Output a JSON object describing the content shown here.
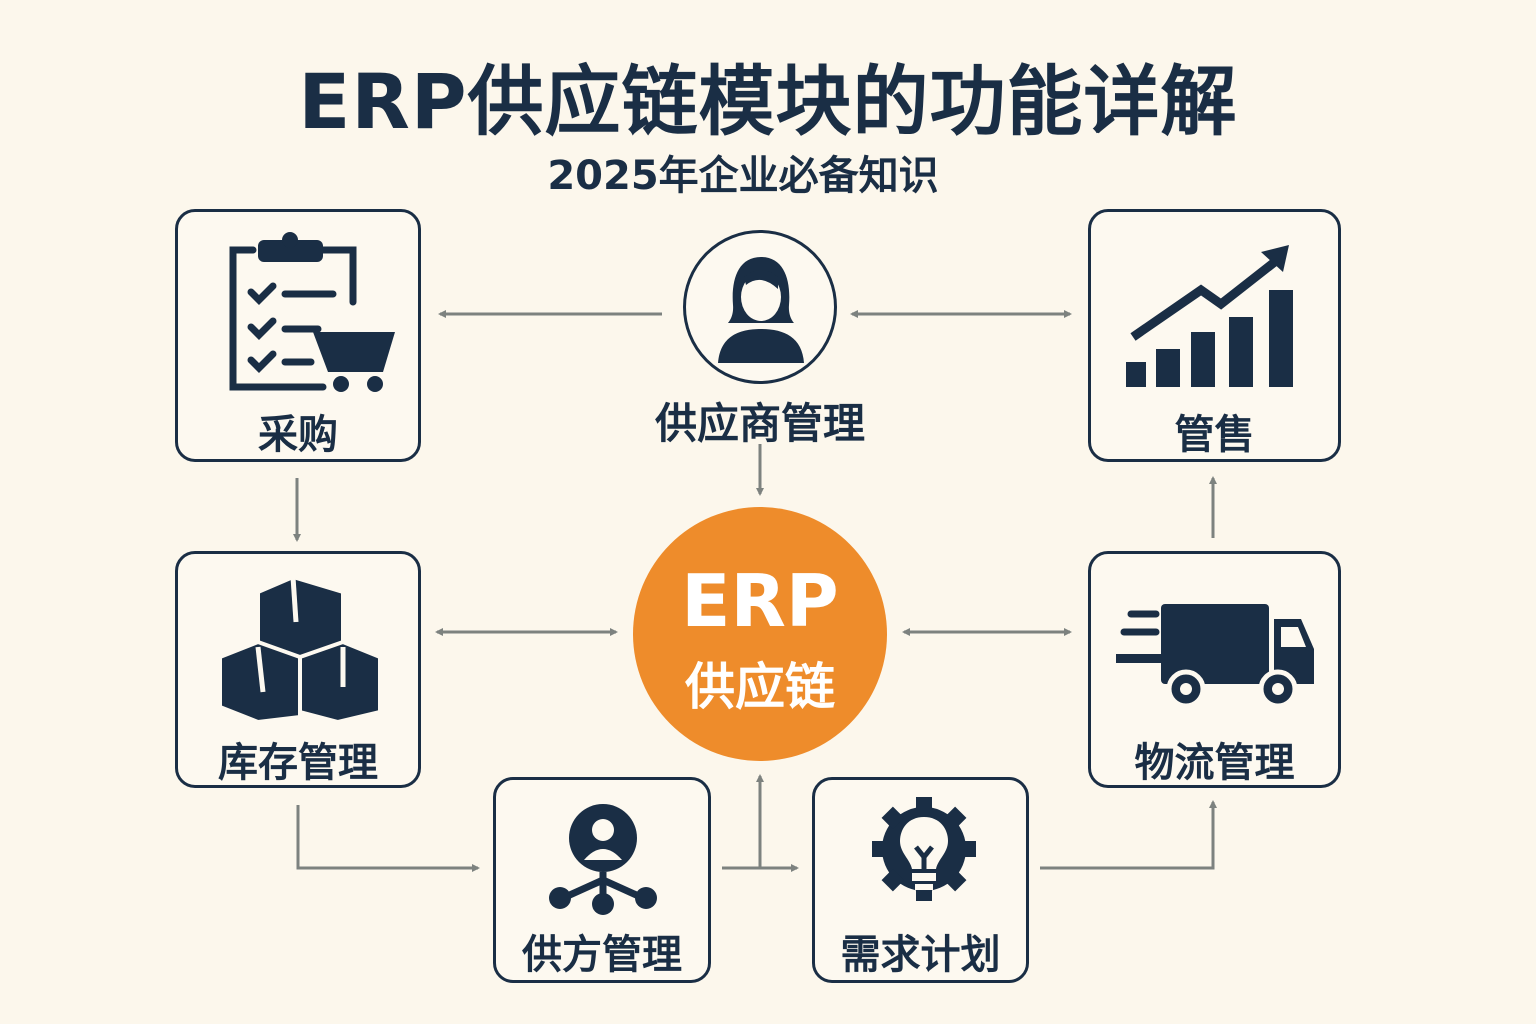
{
  "title": "ERP供应链模块的功能详解",
  "subtitle": "2025年企业必备知识",
  "center": {
    "line1": "ERP",
    "line2": "供应链",
    "color": "#ee8c2b"
  },
  "nodes": {
    "purchase": {
      "label": "采购",
      "icon": "clipboard-cart-icon"
    },
    "supplier": {
      "label": "供应商管理",
      "icon": "person-icon"
    },
    "sales": {
      "label": "管售",
      "icon": "growth-chart-icon"
    },
    "inventory": {
      "label": "库存管理",
      "icon": "boxes-icon"
    },
    "logistics": {
      "label": "物流管理",
      "icon": "truck-icon"
    },
    "vendor": {
      "label": "供方管理",
      "icon": "network-person-icon"
    },
    "demand": {
      "label": "需求计划",
      "icon": "lightbulb-gear-icon"
    }
  },
  "colors": {
    "navy": "#1a2e45",
    "arrow": "#7d827f",
    "background": "#fcf7ec"
  }
}
